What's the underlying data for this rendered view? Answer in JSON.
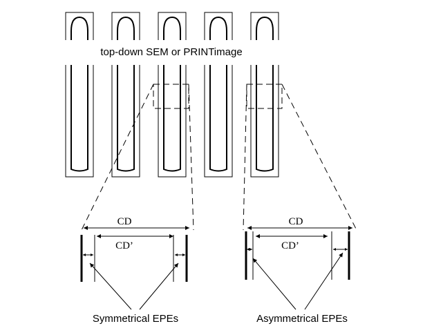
{
  "diagram": {
    "title": "top-down SEM or PRINTimage",
    "left_detail": {
      "outer_label": "CD",
      "inner_label": "CD’",
      "caption": "Symmetrical EPEs"
    },
    "right_detail": {
      "outer_label": "CD",
      "inner_label": "CD’",
      "caption": "Asymmetrical EPEs"
    }
  }
}
